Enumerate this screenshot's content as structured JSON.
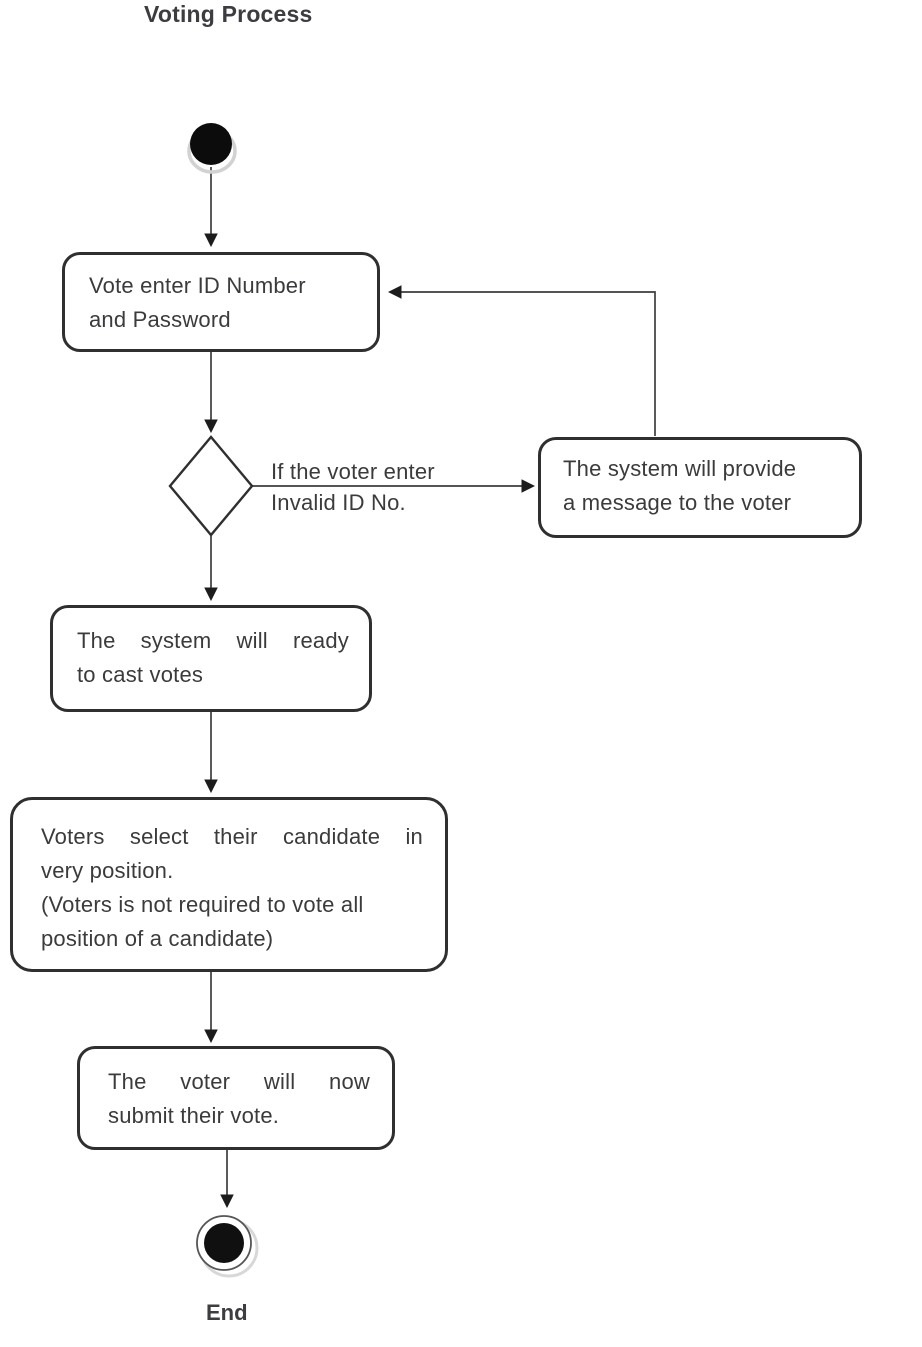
{
  "title": "Voting Process",
  "diagram_type": "uml-activity-diagram",
  "colors": {
    "ink": "#2f2f2f",
    "text": "#3b3b3d",
    "connector": "#3d3d3d",
    "background": "#ffffff"
  },
  "nodes": {
    "start": {
      "kind": "initial-node"
    },
    "enter_id": {
      "lines": [
        "Vote enter ID Number",
        "and Password"
      ]
    },
    "decision": {
      "kind": "decision-diamond"
    },
    "system_message": {
      "lines": [
        "The system will provide",
        "a message to the voter"
      ]
    },
    "ready_cast": {
      "lines": [
        "The system will ready",
        "to cast votes"
      ]
    },
    "select_candidate": {
      "lines": [
        "Voters select their candidate in",
        "very position.",
        "(Voters is not required to vote all",
        "position of a candidate)"
      ]
    },
    "submit_vote": {
      "lines": [
        "The voter will now",
        "submit their vote."
      ]
    },
    "end": {
      "kind": "final-node",
      "label": "End"
    }
  },
  "guard": {
    "lines": [
      "If the voter enter",
      "Invalid ID No."
    ]
  }
}
